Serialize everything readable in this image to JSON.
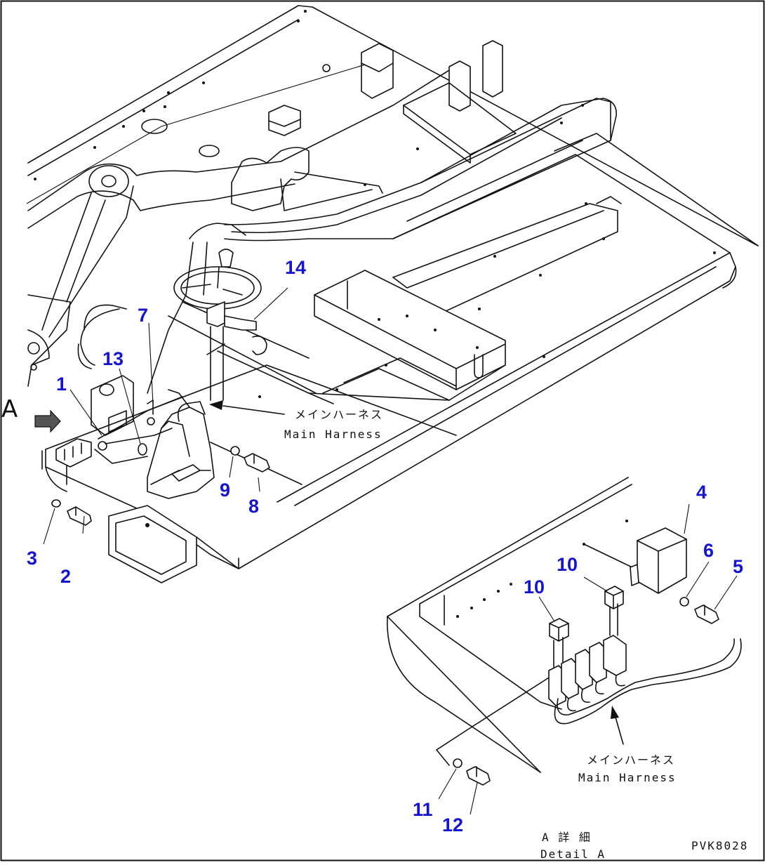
{
  "parts": [
    {
      "id": "p1",
      "label": "1"
    },
    {
      "id": "p2",
      "label": "2"
    },
    {
      "id": "p3",
      "label": "3"
    },
    {
      "id": "p4",
      "label": "4"
    },
    {
      "id": "p5",
      "label": "5"
    },
    {
      "id": "p6",
      "label": "6"
    },
    {
      "id": "p7",
      "label": "7"
    },
    {
      "id": "p8",
      "label": "8"
    },
    {
      "id": "p9",
      "label": "9"
    },
    {
      "id": "p10a",
      "label": "10"
    },
    {
      "id": "p10b",
      "label": "10"
    },
    {
      "id": "p11",
      "label": "11"
    },
    {
      "id": "p12",
      "label": "12"
    },
    {
      "id": "p13",
      "label": "13"
    },
    {
      "id": "p14",
      "label": "14"
    }
  ],
  "view_marker": "A",
  "main_harness_jp": "メインハーネス",
  "main_harness_en": "Main Harness",
  "detail_jp": "A 詳 細",
  "detail_en": "Detail A",
  "drawing_code": "PVK8028",
  "colors": {
    "callout": "#1414d2",
    "line": "#111111",
    "background": "#ffffff"
  }
}
